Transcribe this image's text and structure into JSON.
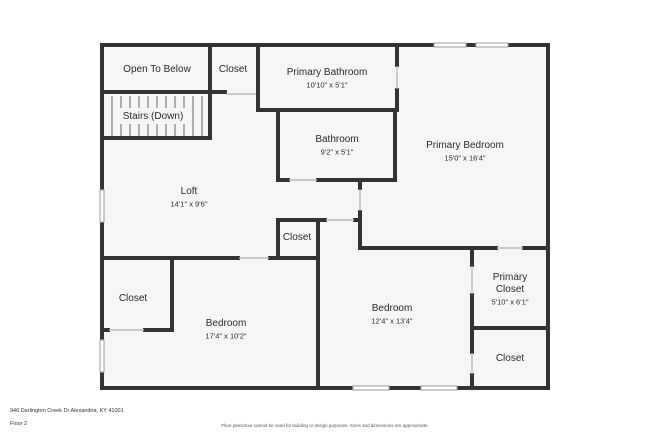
{
  "address": "946 Darlington Creek Dr Alexandria, KY 41001",
  "floor": "Floor 2",
  "disclaimer": "Floor plans/tour cannot be used for building or design purposes. Sizes and dimensions are approximate.",
  "rooms": {
    "open_to_below": {
      "name": "Open To Below"
    },
    "closet_top": {
      "name": "Closet"
    },
    "primary_bathroom": {
      "name": "Primary Bathroom",
      "dims": "10'10\" x 5'1\""
    },
    "stairs": {
      "name": "Stairs (Down)"
    },
    "bathroom": {
      "name": "Bathroom",
      "dims": "9'2\" x 5'1\""
    },
    "primary_bedroom": {
      "name": "Primary Bedroom",
      "dims": "15'0\" x 16'4\""
    },
    "loft": {
      "name": "Loft",
      "dims": "14'1\" x 9'6\""
    },
    "closet_mid": {
      "name": "Closet"
    },
    "primary_closet": {
      "name_line1": "Primary",
      "name_line2": "Closet",
      "dims": "5'10\" x 6'1\""
    },
    "closet_left": {
      "name": "Closet"
    },
    "bedroom_left": {
      "name": "Bedroom",
      "dims": "17'4\" x 10'2\""
    },
    "bedroom_center": {
      "name": "Bedroom",
      "dims": "12'4\" x 13'4\""
    },
    "closet_right": {
      "name": "Closet"
    }
  }
}
